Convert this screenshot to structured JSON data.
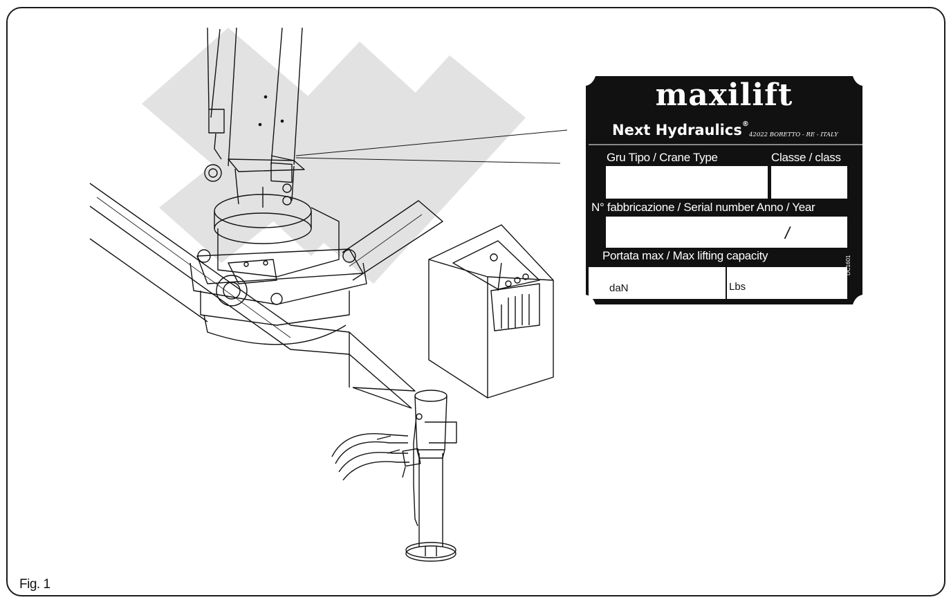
{
  "figure": {
    "label": "Fig. 1"
  },
  "nameplate": {
    "brand": "maxilift",
    "company": "Next Hydraulics",
    "registered_mark": "®",
    "address": "42022 BORETTO - RE - ITALY",
    "crane_type_label": "Gru Tipo / Crane Type",
    "class_label": "Classe / class",
    "serial_label": "N° fabbricazione / Serial number Anno / Year",
    "year_separator": "/",
    "capacity_label": "Portata max / Max lifting capacity",
    "unit_dan": "daN",
    "unit_lbs": "Lbs",
    "drawing_code": "DC1601"
  },
  "colors": {
    "ink": "#111111",
    "watermark": "#d6d6d6",
    "plate": "#111111",
    "frame": "#1a1a1a"
  }
}
